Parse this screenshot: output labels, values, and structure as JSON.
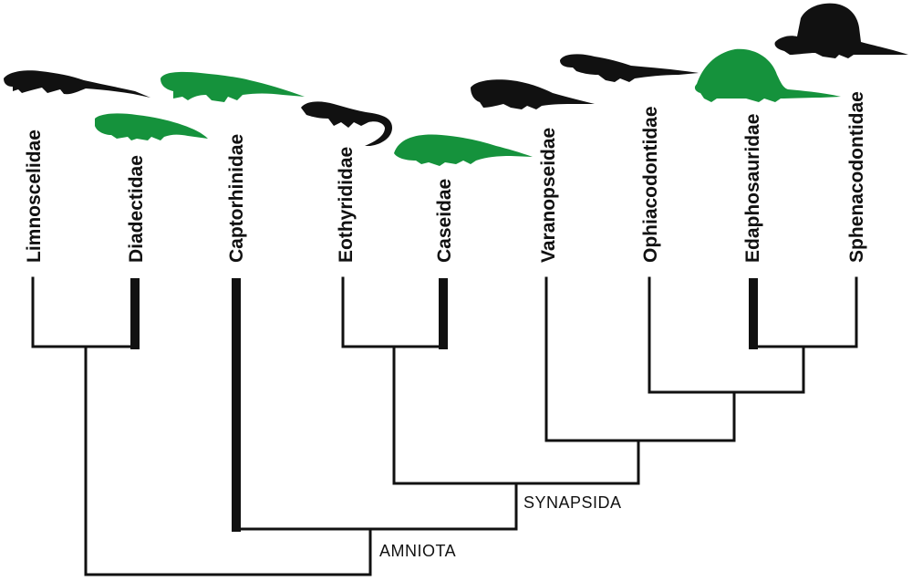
{
  "colors": {
    "line": "#111111",
    "herbivore": "#15923c",
    "carnivore": "#111111"
  },
  "taxa": [
    {
      "id": "limnoscelidae",
      "label": "Limnoscelidae",
      "diet": "carnivore"
    },
    {
      "id": "diadectidae",
      "label": "Diadectidae",
      "diet": "herbivore"
    },
    {
      "id": "captorhinidae",
      "label": "Captorhinidae",
      "diet": "herbivore"
    },
    {
      "id": "eothyrididae",
      "label": "Eothyrididae",
      "diet": "carnivore"
    },
    {
      "id": "caseidae",
      "label": "Caseidae",
      "diet": "herbivore"
    },
    {
      "id": "varanopseidae",
      "label": "Varanopseidae",
      "diet": "carnivore"
    },
    {
      "id": "ophiacodontidae",
      "label": "Ophiacodontidae",
      "diet": "carnivore"
    },
    {
      "id": "edaphosauridae",
      "label": "Edaphosauridae",
      "diet": "herbivore"
    },
    {
      "id": "sphenacodontidae",
      "label": "Sphenacodontidae",
      "diet": "carnivore"
    }
  ],
  "clades": {
    "synapsida": "SYNAPSIDA",
    "amniota": "AMNIOTA"
  }
}
